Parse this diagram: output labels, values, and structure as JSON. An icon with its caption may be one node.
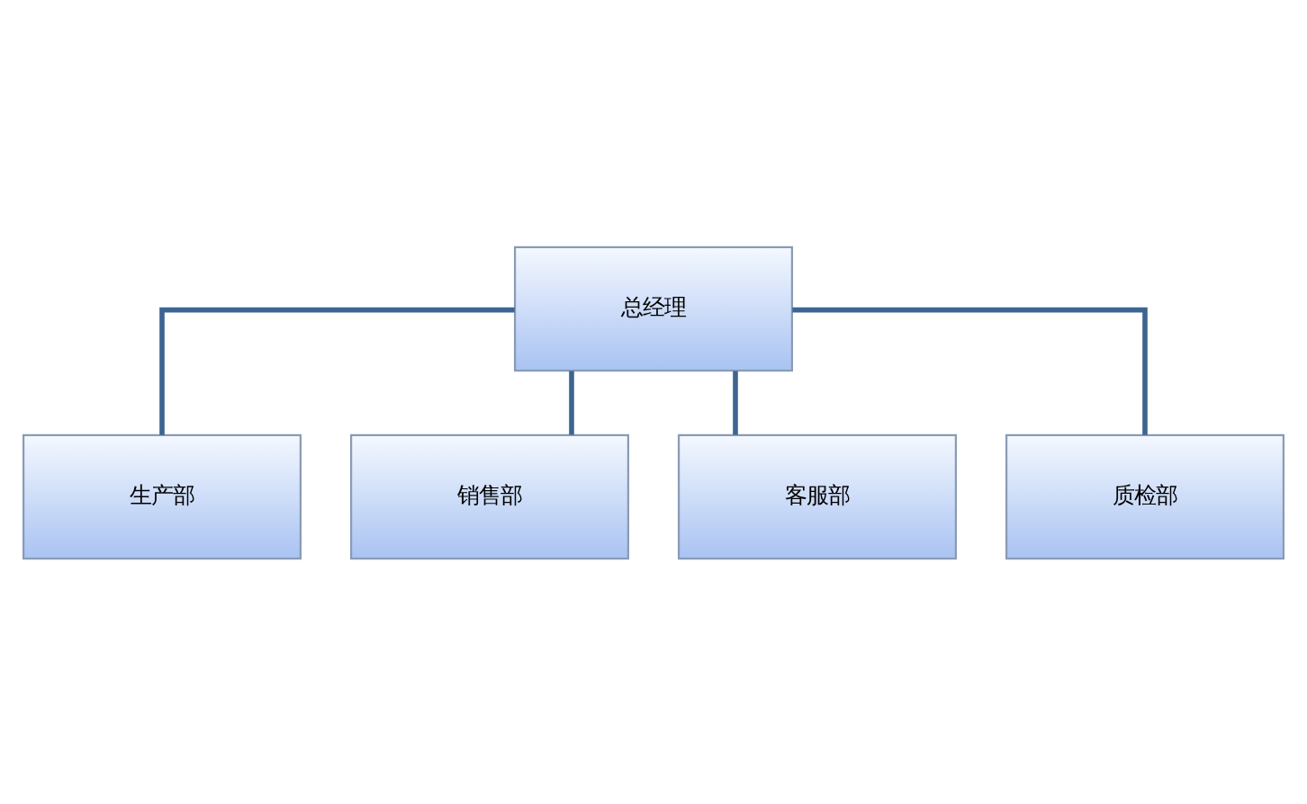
{
  "diagram": {
    "nodes": [
      {
        "text": [
          "总经理"
        ]
      },
      {
        "text": [
          "生产部"
        ]
      },
      {
        "text": [
          "销售部"
        ]
      },
      {
        "text": [
          "客服部"
        ]
      },
      {
        "text": [
          "质检部"
        ]
      }
    ],
    "edges": [
      {
        "from": 0,
        "to": 1,
        "arrow": "none"
      },
      {
        "from": 0,
        "to": 2,
        "arrow": "none"
      },
      {
        "from": 0,
        "to": 3,
        "arrow": "none"
      },
      {
        "from": 0,
        "to": 4,
        "arrow": "none"
      }
    ]
  }
}
